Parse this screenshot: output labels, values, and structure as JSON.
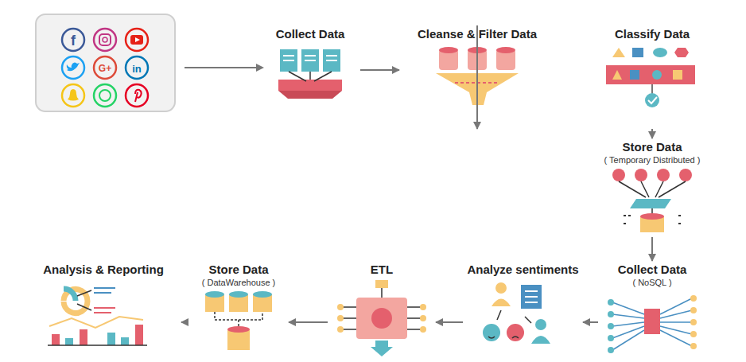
{
  "diagram": {
    "nodes": [
      {
        "text": [
          "Collect Data"
        ]
      },
      {
        "text": [
          "Cleanse & Filter Data"
        ]
      },
      {
        "text": [
          "Classify Data"
        ]
      },
      {
        "text": [
          "Store Data",
          "( Temporary Distributed )"
        ]
      },
      {
        "text": [
          "Collect Data",
          "( NoSQL )"
        ]
      },
      {
        "text": [
          "Analyze sentiments"
        ]
      },
      {
        "text": [
          "ETL"
        ]
      },
      {
        "text": [
          "Store Data",
          "( DataWarehouse )"
        ]
      },
      {
        "text": [
          "Analysis & Reporting"
        ]
      }
    ],
    "edges": [
      {
        "from": 0,
        "to": 1,
        "arrow": "to"
      },
      {
        "from": 1,
        "to": 2,
        "arrow": "to"
      },
      {
        "from": 2,
        "to": 3,
        "arrow": "to"
      },
      {
        "from": 3,
        "to": 4,
        "arrow": "to"
      },
      {
        "from": 4,
        "to": 5,
        "arrow": "to"
      },
      {
        "from": 5,
        "to": 6,
        "arrow": "to"
      },
      {
        "from": 6,
        "to": 7,
        "arrow": "to"
      },
      {
        "from": 7,
        "to": 8,
        "arrow": "to"
      }
    ],
    "labels": [
      "f",
      "G+",
      "in"
    ]
  }
}
